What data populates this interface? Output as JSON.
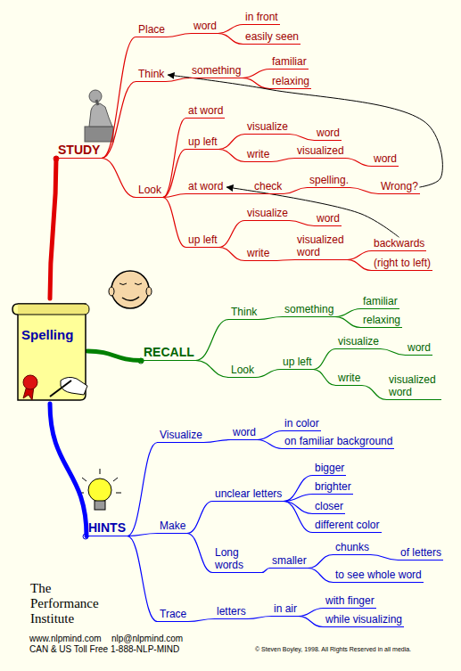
{
  "diagram": {
    "nodes": [
      {
        "text": [
          "Spelling"
        ]
      },
      {
        "text": [
          "STUDY"
        ]
      },
      {
        "text": [
          "Place"
        ]
      },
      {
        "text": [
          "word"
        ]
      },
      {
        "text": [
          "in front"
        ]
      },
      {
        "text": [
          "easily seen"
        ]
      },
      {
        "text": [
          "Think"
        ]
      },
      {
        "text": [
          "something"
        ]
      },
      {
        "text": [
          "familiar"
        ]
      },
      {
        "text": [
          "relaxing"
        ]
      },
      {
        "text": [
          "Look"
        ]
      },
      {
        "text": [
          "at word"
        ]
      },
      {
        "text": [
          "up left"
        ]
      },
      {
        "text": [
          "visualize"
        ]
      },
      {
        "text": [
          "word"
        ]
      },
      {
        "text": [
          "write"
        ]
      },
      {
        "text": [
          "visualized"
        ]
      },
      {
        "text": [
          "word"
        ]
      },
      {
        "text": [
          "at word"
        ]
      },
      {
        "text": [
          "check"
        ]
      },
      {
        "text": [
          "spelling."
        ]
      },
      {
        "text": [
          "Wrong?"
        ]
      },
      {
        "text": [
          "up left"
        ]
      },
      {
        "text": [
          "visualize"
        ]
      },
      {
        "text": [
          "word"
        ]
      },
      {
        "text": [
          "write"
        ]
      },
      {
        "text": [
          "visualized word"
        ]
      },
      {
        "text": [
          "backwards"
        ]
      },
      {
        "text": [
          "(right to left)"
        ]
      },
      {
        "text": [
          "RECALL"
        ]
      },
      {
        "text": [
          "Think"
        ]
      },
      {
        "text": [
          "something"
        ]
      },
      {
        "text": [
          "familiar"
        ]
      },
      {
        "text": [
          "relaxing"
        ]
      },
      {
        "text": [
          "Look"
        ]
      },
      {
        "text": [
          "up left"
        ]
      },
      {
        "text": [
          "visualize"
        ]
      },
      {
        "text": [
          "word"
        ]
      },
      {
        "text": [
          "write"
        ]
      },
      {
        "text": [
          "visualized word"
        ]
      },
      {
        "text": [
          "HINTS"
        ]
      },
      {
        "text": [
          "Visualize"
        ]
      },
      {
        "text": [
          "word"
        ]
      },
      {
        "text": [
          "in color"
        ]
      },
      {
        "text": [
          "on familiar background"
        ]
      },
      {
        "text": [
          "Make"
        ]
      },
      {
        "text": [
          "unclear letters"
        ]
      },
      {
        "text": [
          "bigger"
        ]
      },
      {
        "text": [
          "brighter"
        ]
      },
      {
        "text": [
          "closer"
        ]
      },
      {
        "text": [
          "different color"
        ]
      },
      {
        "text": [
          "Long words"
        ]
      },
      {
        "text": [
          "smaller"
        ]
      },
      {
        "text": [
          "chunks"
        ]
      },
      {
        "text": [
          "of letters"
        ]
      },
      {
        "text": [
          "to see whole word"
        ]
      },
      {
        "text": [
          "Trace"
        ]
      },
      {
        "text": [
          "letters"
        ]
      },
      {
        "text": [
          "in air"
        ]
      },
      {
        "text": [
          "with finger"
        ]
      },
      {
        "text": [
          "while visualizing"
        ]
      }
    ],
    "edges": [
      {
        "from": 0,
        "to": 1,
        "arrow": "none"
      },
      {
        "from": 1,
        "to": 2,
        "arrow": "none"
      },
      {
        "from": 2,
        "to": 3,
        "arrow": "none"
      },
      {
        "from": 3,
        "to": 4,
        "arrow": "none"
      },
      {
        "from": 3,
        "to": 5,
        "arrow": "none"
      },
      {
        "from": 1,
        "to": 6,
        "arrow": "none"
      },
      {
        "from": 6,
        "to": 7,
        "arrow": "none"
      },
      {
        "from": 7,
        "to": 8,
        "arrow": "none"
      },
      {
        "from": 7,
        "to": 9,
        "arrow": "none"
      },
      {
        "from": 1,
        "to": 10,
        "arrow": "none"
      },
      {
        "from": 10,
        "to": 11,
        "arrow": "none"
      },
      {
        "from": 10,
        "to": 12,
        "arrow": "none"
      },
      {
        "from": 12,
        "to": 13,
        "arrow": "none"
      },
      {
        "from": 13,
        "to": 14,
        "arrow": "none"
      },
      {
        "from": 12,
        "to": 15,
        "arrow": "none"
      },
      {
        "from": 15,
        "to": 16,
        "arrow": "none"
      },
      {
        "from": 16,
        "to": 17,
        "arrow": "none"
      },
      {
        "from": 10,
        "to": 18,
        "arrow": "none"
      },
      {
        "from": 18,
        "to": 19,
        "arrow": "none"
      },
      {
        "from": 19,
        "to": 20,
        "arrow": "none"
      },
      {
        "from": 20,
        "to": 21,
        "arrow": "none"
      },
      {
        "from": 10,
        "to": 22,
        "arrow": "none"
      },
      {
        "from": 22,
        "to": 23,
        "arrow": "none"
      },
      {
        "from": 23,
        "to": 24,
        "arrow": "none"
      },
      {
        "from": 22,
        "to": 25,
        "arrow": "none"
      },
      {
        "from": 25,
        "to": 26,
        "arrow": "none"
      },
      {
        "from": 26,
        "to": 27,
        "arrow": "none"
      },
      {
        "from": 26,
        "to": 28,
        "arrow": "none"
      },
      {
        "from": 21,
        "to": 6,
        "arrow": "to"
      },
      {
        "from": 27,
        "to": 18,
        "arrow": "to"
      },
      {
        "from": 0,
        "to": 29,
        "arrow": "none"
      },
      {
        "from": 29,
        "to": 30,
        "arrow": "none"
      },
      {
        "from": 30,
        "to": 31,
        "arrow": "none"
      },
      {
        "from": 31,
        "to": 32,
        "arrow": "none"
      },
      {
        "from": 31,
        "to": 33,
        "arrow": "none"
      },
      {
        "from": 29,
        "to": 34,
        "arrow": "none"
      },
      {
        "from": 34,
        "to": 35,
        "arrow": "none"
      },
      {
        "from": 35,
        "to": 36,
        "arrow": "none"
      },
      {
        "from": 36,
        "to": 37,
        "arrow": "none"
      },
      {
        "from": 35,
        "to": 38,
        "arrow": "none"
      },
      {
        "from": 38,
        "to": 39,
        "arrow": "none"
      },
      {
        "from": 0,
        "to": 40,
        "arrow": "none"
      },
      {
        "from": 40,
        "to": 41,
        "arrow": "none"
      },
      {
        "from": 41,
        "to": 42,
        "arrow": "none"
      },
      {
        "from": 42,
        "to": 43,
        "arrow": "none"
      },
      {
        "from": 42,
        "to": 44,
        "arrow": "none"
      },
      {
        "from": 40,
        "to": 45,
        "arrow": "none"
      },
      {
        "from": 45,
        "to": 46,
        "arrow": "none"
      },
      {
        "from": 46,
        "to": 47,
        "arrow": "none"
      },
      {
        "from": 46,
        "to": 48,
        "arrow": "none"
      },
      {
        "from": 46,
        "to": 49,
        "arrow": "none"
      },
      {
        "from": 46,
        "to": 50,
        "arrow": "none"
      },
      {
        "from": 45,
        "to": 51,
        "arrow": "none"
      },
      {
        "from": 51,
        "to": 52,
        "arrow": "none"
      },
      {
        "from": 52,
        "to": 53,
        "arrow": "none"
      },
      {
        "from": 53,
        "to": 54,
        "arrow": "none"
      },
      {
        "from": 52,
        "to": 55,
        "arrow": "none"
      },
      {
        "from": 40,
        "to": 56,
        "arrow": "none"
      },
      {
        "from": 56,
        "to": 57,
        "arrow": "none"
      },
      {
        "from": 57,
        "to": 58,
        "arrow": "none"
      },
      {
        "from": 58,
        "to": 59,
        "arrow": "none"
      },
      {
        "from": 58,
        "to": 60,
        "arrow": "none"
      }
    ],
    "labels": [
      "The Performance Institute",
      "www.nlpmind.com",
      "nlp@nlpmind.com",
      "CAN & US Toll Free 1-888-NLP-MIND",
      "© Steven Boyley, 1998. All Rights Reserved in all media."
    ]
  }
}
